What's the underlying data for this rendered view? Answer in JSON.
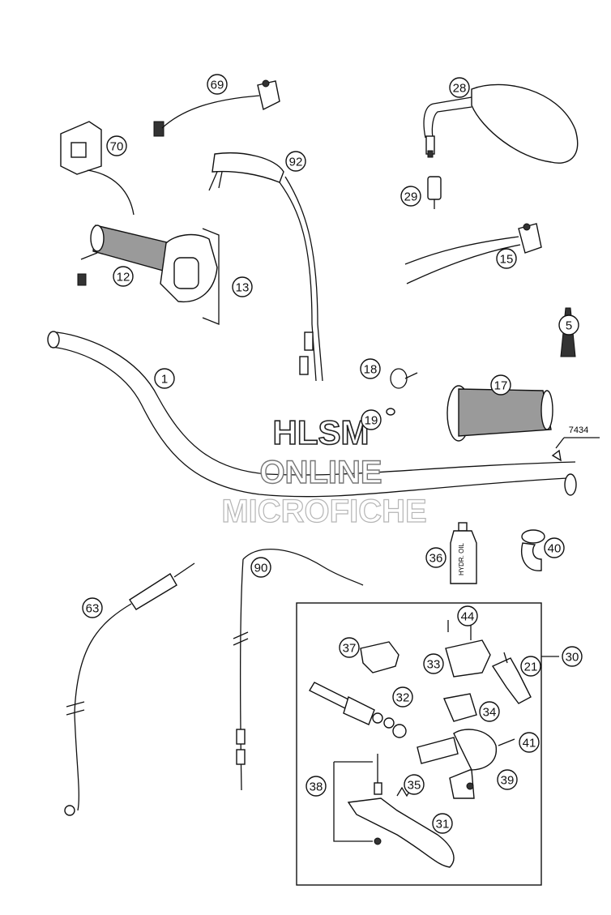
{
  "watermark": {
    "line1": "HLSM",
    "line2": "ONLINE",
    "line3": "MICROFICHE"
  },
  "callouts": [
    "69",
    "70",
    "92",
    "28",
    "29",
    "15",
    "12",
    "13",
    "5",
    "18",
    "17",
    "19",
    "1",
    "36",
    "40",
    "90",
    "63",
    "44",
    "37",
    "33",
    "21",
    "30",
    "32",
    "34",
    "41",
    "39",
    "38",
    "35",
    "31"
  ],
  "ref_code": "7434",
  "bottle_label": "HYDR. OIL"
}
